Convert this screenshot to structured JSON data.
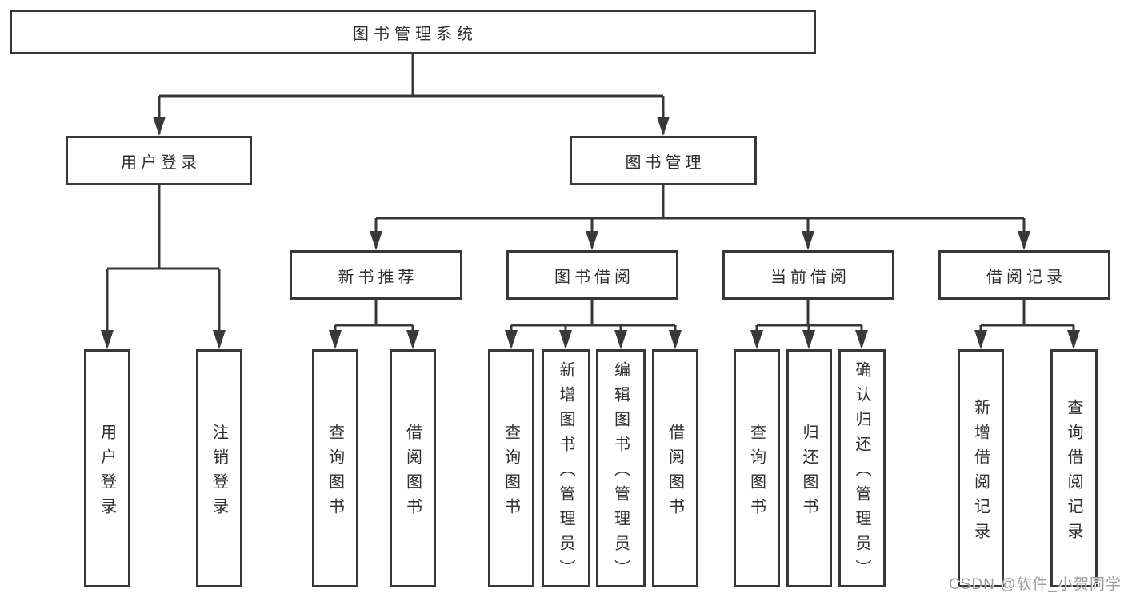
{
  "diagram": {
    "root": {
      "label": "图书管理系统"
    },
    "level2": [
      {
        "label": "用户登录"
      },
      {
        "label": "图书管理"
      }
    ],
    "level3": [
      {
        "label": "新书推荐"
      },
      {
        "label": "图书借阅"
      },
      {
        "label": "当前借阅"
      },
      {
        "label": "借阅记录"
      }
    ],
    "leaves": [
      {
        "label": "用户登录",
        "parent": "用户登录"
      },
      {
        "label": "注销登录",
        "parent": "用户登录"
      },
      {
        "label": "查询图书",
        "parent": "新书推荐"
      },
      {
        "label": "借阅图书",
        "parent": "新书推荐"
      },
      {
        "label": "查询图书",
        "parent": "图书借阅"
      },
      {
        "label": "新增图书（管理员）",
        "parent": "图书借阅"
      },
      {
        "label": "编辑图书（管理员）",
        "parent": "图书借阅"
      },
      {
        "label": "借阅图书",
        "parent": "图书借阅"
      },
      {
        "label": "查询图书",
        "parent": "当前借阅"
      },
      {
        "label": "归还图书",
        "parent": "当前借阅"
      },
      {
        "label": "确认归还（管理员）",
        "parent": "当前借阅"
      },
      {
        "label": "新增借阅记录",
        "parent": "借阅记录"
      },
      {
        "label": "查询借阅记录",
        "parent": "借阅记录"
      }
    ]
  },
  "watermark": {
    "text": "CSDN @软件_小贺同学"
  },
  "colors": {
    "line": "#383838",
    "text": "#2e2e2e",
    "background": "#ffffff",
    "watermark": "#9c9c9c"
  }
}
